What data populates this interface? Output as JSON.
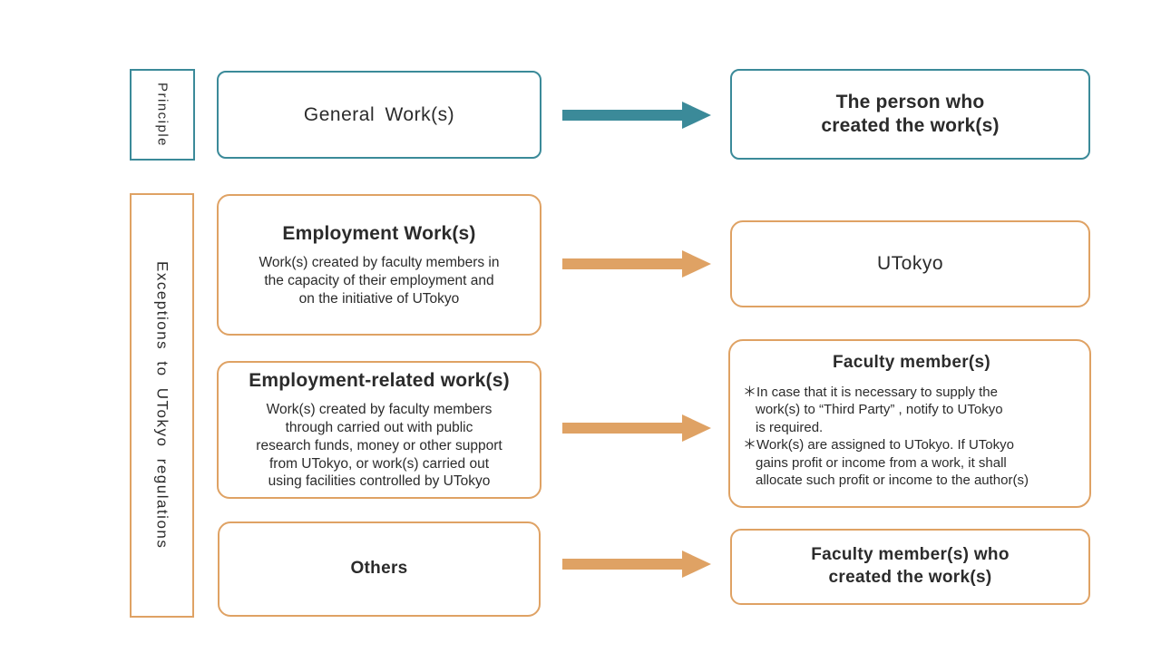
{
  "colors": {
    "teal_accent": "#3b8a99",
    "orange_accent": "#dfa264",
    "text": "#2b2b2b",
    "background": "#ffffff"
  },
  "left_labels": {
    "principle": "Principle",
    "exceptions": "Exceptions to UTokyo regulations"
  },
  "principle_row": {
    "work_type": "General Work(s)",
    "rights_holder": "The person who\ncreated the work(s)"
  },
  "exception_rows": {
    "employment": {
      "work_type": "Employment Work(s)",
      "description": "Work(s) created by faculty members in\nthe capacity of their employment and\non the initiative of UTokyo",
      "rights_holder": "UTokyo"
    },
    "employment_related": {
      "work_type": "Employment-related work(s)",
      "description": "Work(s) created by faculty members\nthrough carried out with public\nresearch funds, money or other support\nfrom UTokyo, or work(s) carried out\nusing facilities controlled by UTokyo",
      "rights_holder": "Faculty member(s)",
      "notes": {
        "note1": "＊In case that it is necessary to supply the\nwork(s) to “Third Party” , notify to UTokyo\nis required.",
        "note2": "＊Work(s) are assigned to UTokyo. If UTokyo\ngains profit or income from a work, it shall\nallocate such profit or income to the author(s)"
      }
    },
    "others": {
      "work_type": "Others",
      "rights_holder": "Faculty member(s) who\ncreated the work(s)"
    }
  }
}
